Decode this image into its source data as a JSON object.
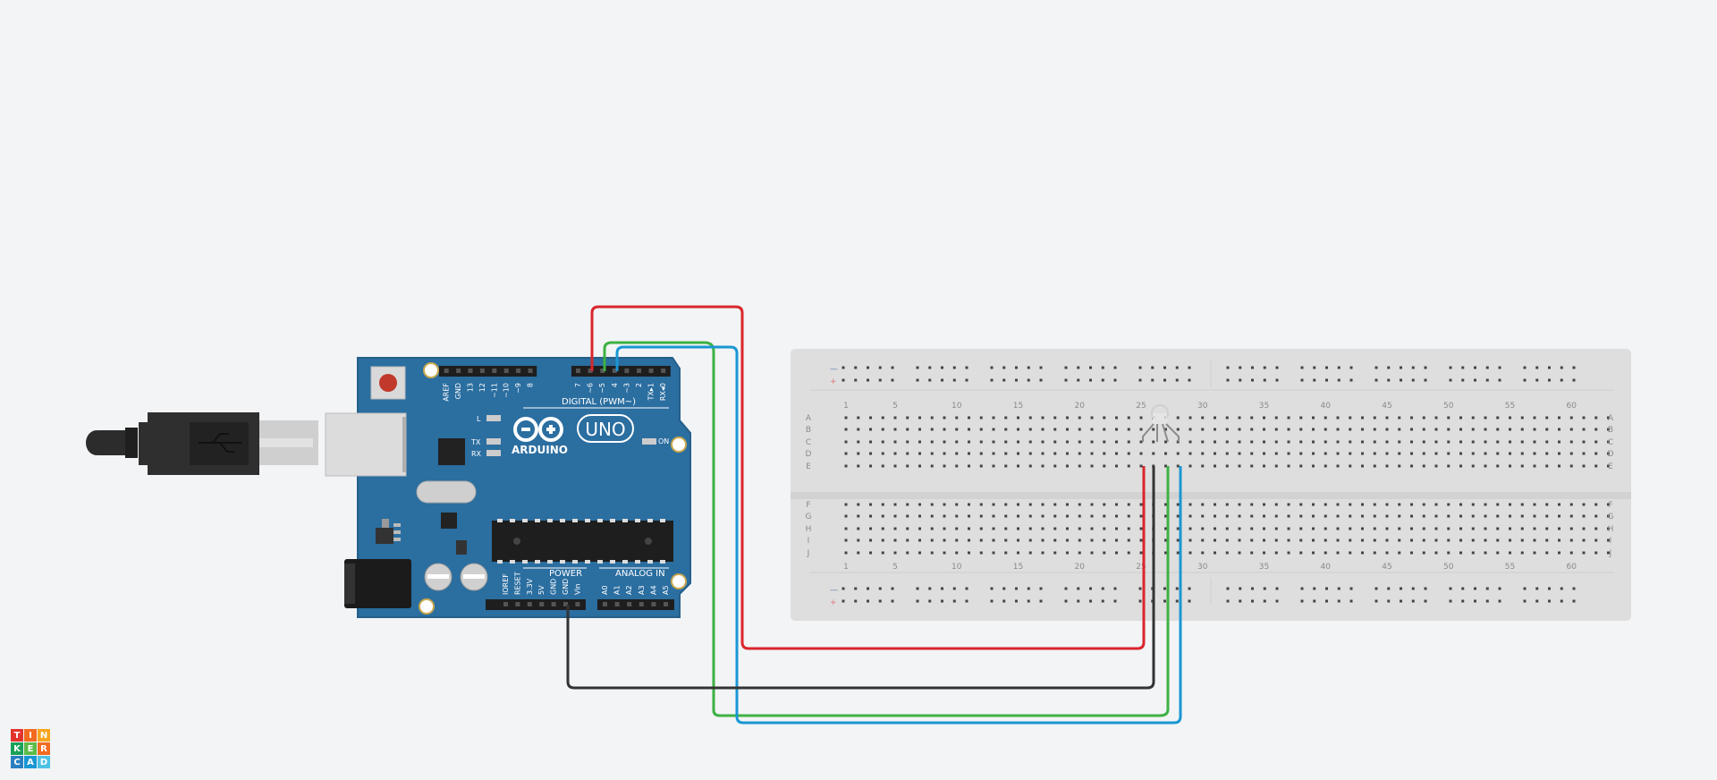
{
  "board": {
    "brand": "ARDUINO",
    "model": "UNO",
    "digital_header": "DIGITAL (PWM~)",
    "power_header": "POWER",
    "analog_header": "ANALOG IN",
    "on_label": "ON",
    "l_label": "L",
    "tx_label": "TX",
    "rx_label": "RX",
    "digital_pins": [
      "AREF",
      "GND",
      "13",
      "12",
      "~11",
      "~10",
      "~9",
      "8",
      "7",
      "~6",
      "~5",
      "4",
      "~3",
      "2",
      "TX▸1",
      "RX◂0"
    ],
    "power_pins": [
      "IOREF",
      "RESET",
      "3.3V",
      "5V",
      "GND",
      "GND",
      "Vin"
    ],
    "analog_pins": [
      "A0",
      "A1",
      "A2",
      "A3",
      "A4",
      "A5"
    ]
  },
  "breadboard": {
    "columns": [
      "1",
      "5",
      "10",
      "15",
      "20",
      "25",
      "30",
      "35",
      "40",
      "45",
      "50",
      "55",
      "60"
    ],
    "rows_top": [
      "A",
      "B",
      "C",
      "D",
      "E"
    ],
    "rows_bottom": [
      "F",
      "G",
      "H",
      "I",
      "J"
    ],
    "rail_minus": "—",
    "rail_plus": "+"
  },
  "wires": [
    {
      "name": "red",
      "color": "#d9262c"
    },
    {
      "name": "green",
      "color": "#3db143"
    },
    {
      "name": "blue",
      "color": "#1a96d4"
    },
    {
      "name": "black",
      "color": "#333333"
    }
  ],
  "logo": {
    "letters": [
      "T",
      "I",
      "N",
      "K",
      "E",
      "R",
      "C",
      "A",
      "D"
    ],
    "colors": [
      "#e2342c",
      "#f26b21",
      "#f7a51d",
      "#1aa158",
      "#5cbb47",
      "#f26b21",
      "#2a7fc1",
      "#1a96d4",
      "#4ec1e4"
    ]
  }
}
